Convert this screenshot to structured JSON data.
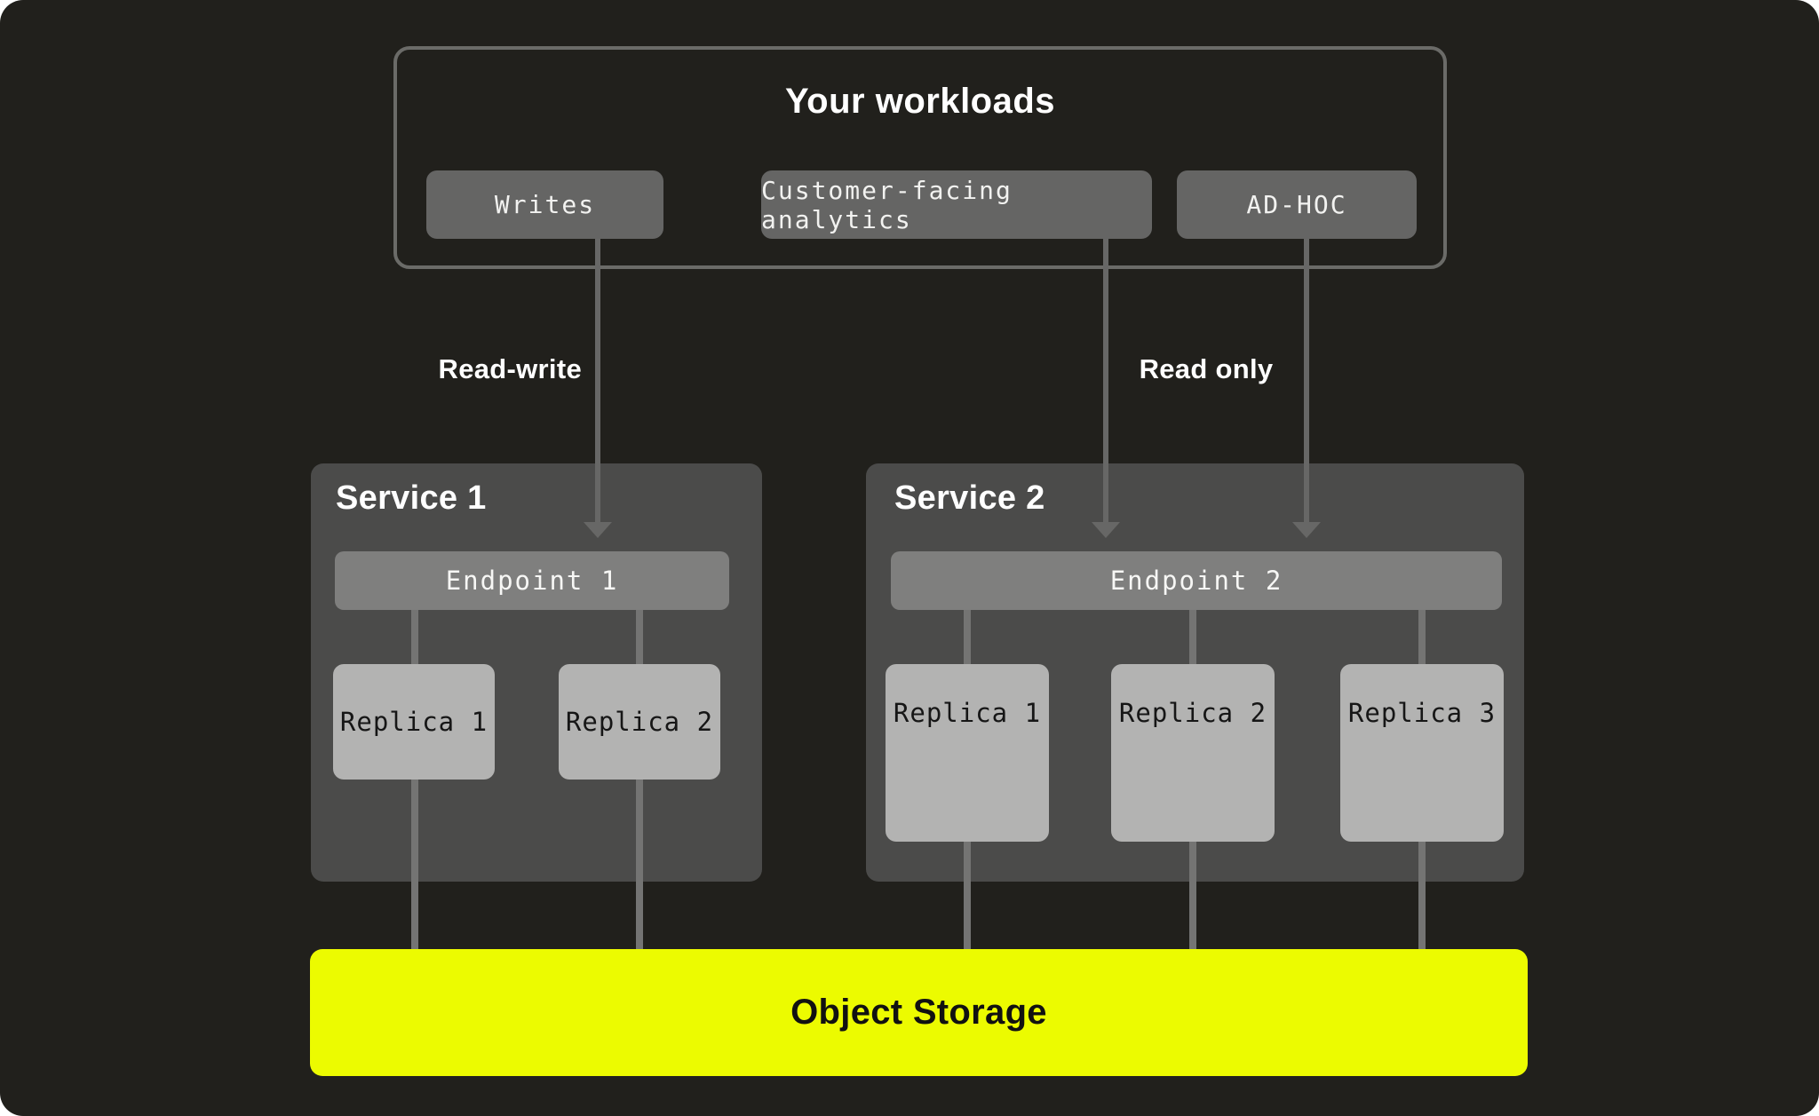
{
  "diagram": {
    "type": "architecture-diagram",
    "colors": {
      "background": "#21201c",
      "frame_border": "#6b6b68",
      "chip_bg": "#656564",
      "service_bg": "#4b4b4a",
      "endpoint_bg": "#7f7f7e",
      "replica_bg": "#b3b3b2",
      "replica_text": "#161616",
      "connector": "#747473",
      "arrow": "#676766",
      "storage_bg": "#ecfb00",
      "storage_text": "#111111",
      "text": "#ffffff"
    }
  },
  "workloads": {
    "title": "Your workloads",
    "items": [
      {
        "label": "Writes"
      },
      {
        "label": "Customer-facing analytics"
      },
      {
        "label": "AD-HOC"
      }
    ]
  },
  "edges": {
    "read_write_label": "Read-write",
    "read_only_label": "Read only"
  },
  "services": [
    {
      "title": "Service 1",
      "endpoint": "Endpoint 1",
      "replicas": [
        "Replica 1",
        "Replica 2"
      ]
    },
    {
      "title": "Service 2",
      "endpoint": "Endpoint 2",
      "replicas": [
        "Replica 1",
        "Replica 2",
        "Replica 3"
      ]
    }
  ],
  "storage": {
    "label": "Object Storage"
  }
}
